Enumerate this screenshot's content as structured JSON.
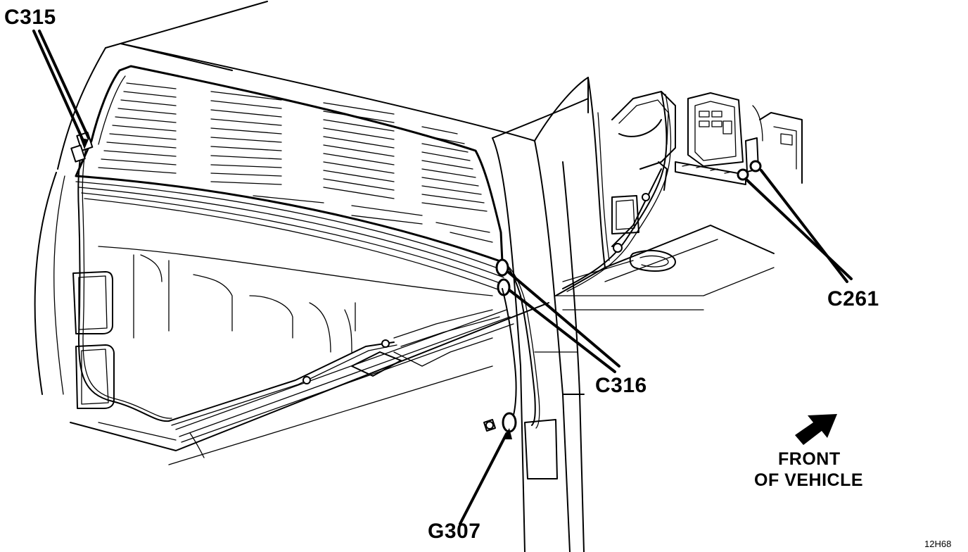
{
  "callouts": {
    "c315": "C315",
    "c261": "C261",
    "c316": "C316",
    "g307": "G307"
  },
  "front_label": {
    "line1": "FRONT",
    "line2": "OF VEHICLE",
    "arrow_icon": "front-direction-arrow-icon"
  },
  "figure_id": "12H68"
}
